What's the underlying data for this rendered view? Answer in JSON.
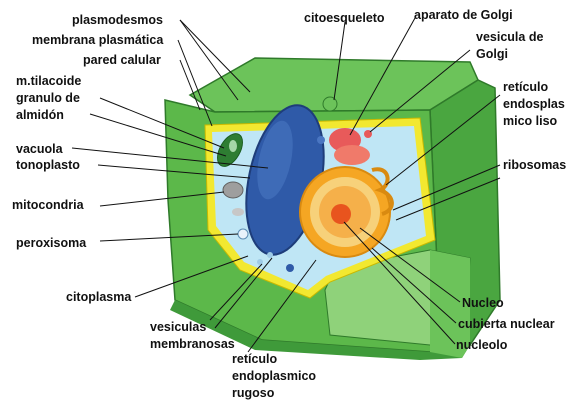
{
  "labels": {
    "plasmodesmos": "plasmodesmos",
    "membrana_plasmatica": "membrana plasmática",
    "pared_celular": "pared calular",
    "tilacoide_line1": "m.tilacoide",
    "tilacoide_line2": "granulo de",
    "tilacoide_line3": "almidón",
    "vacuola": "vacuola",
    "tonoplasto": "tonoplasto",
    "mitocondria": "mitocondria",
    "peroxisoma": "peroxisoma",
    "citoplasma": "citoplasma",
    "vesiculas_line1": "vesiculas",
    "vesiculas_line2": "membranosas",
    "reticulo_rugoso_line1": "retículo",
    "reticulo_rugoso_line2": "endoplasmico",
    "reticulo_rugoso_line3": "rugoso",
    "citoesqueleto": "citoesqueleto",
    "aparato_golgi": "aparato de Golgi",
    "vesicula_golgi_line1": "vesicula de",
    "vesicula_golgi_line2": "Golgi",
    "reticulo_liso_line1": "retículo",
    "reticulo_liso_line2": "endosplas",
    "reticulo_liso_line3": "mico liso",
    "ribosomas": "ribosomas",
    "nucleo": "Nucleo",
    "cubierta_nuclear": "cubierta nuclear",
    "nucleolo": "nucleolo"
  },
  "colors": {
    "wall_dark": "#3f9a3a",
    "wall_mid": "#5cb84a",
    "wall_light": "#8fd27a",
    "membrane": "#f2e830",
    "cytoplasm": "#bfe6f5",
    "vacuole": "#2f5aa8",
    "nucleus_outer": "#f5a623",
    "nucleus_inner": "#f7d17a",
    "nucleolus": "#e8541e",
    "golgi": "#e85a5a",
    "chloroplast": "#2e7d32",
    "leader": "#111111"
  }
}
